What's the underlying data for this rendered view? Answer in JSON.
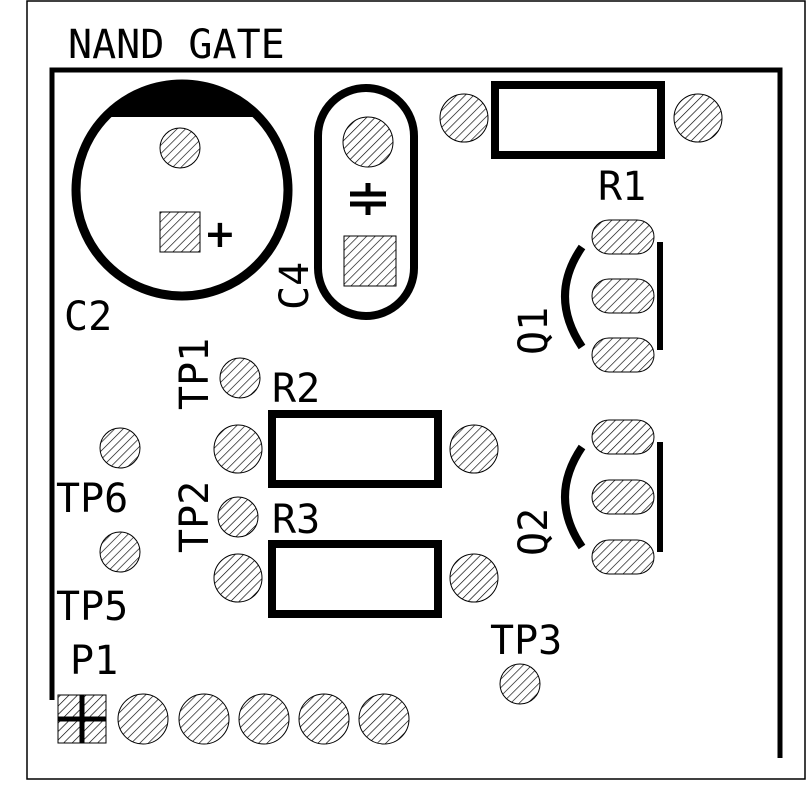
{
  "board": {
    "title": "NAND GATE",
    "background": "#ffffff",
    "ink": "#000000"
  },
  "components": {
    "c2": {
      "label": "C2",
      "polarity": "+"
    },
    "c4": {
      "label": "C4"
    },
    "r1": {
      "label": "R1"
    },
    "r2": {
      "label": "R2"
    },
    "r3": {
      "label": "R3"
    },
    "q1": {
      "label": "Q1"
    },
    "q2": {
      "label": "Q2"
    },
    "tp1": {
      "label": "TP1"
    },
    "tp2": {
      "label": "TP2"
    },
    "tp3": {
      "label": "TP3"
    },
    "tp5": {
      "label": "TP5"
    },
    "tp6": {
      "label": "TP6"
    },
    "p1": {
      "label": "P1"
    }
  }
}
